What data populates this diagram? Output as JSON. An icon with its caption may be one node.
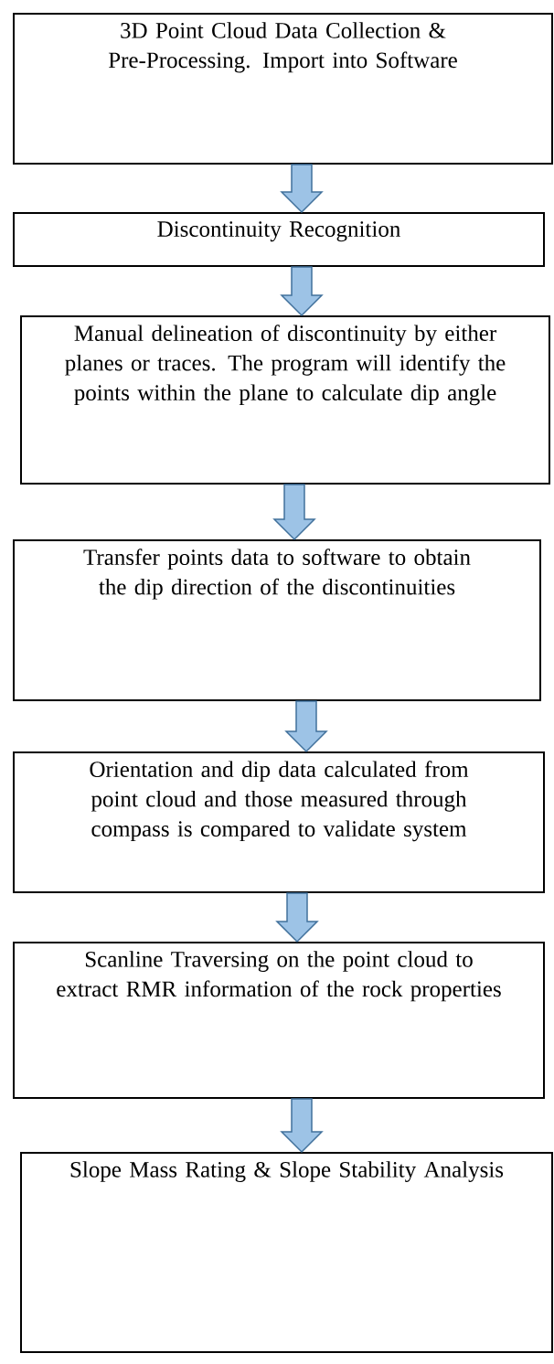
{
  "diagram": {
    "nodes": [
      {
        "text": [
          "3D Point Cloud Data Collection & Pre-Processing. Import into Software"
        ]
      },
      {
        "text": [
          "Discontinuity Recognition"
        ]
      },
      {
        "text": [
          "Manual delineation of discontinuity by either planes or traces. The program will identify the points within the plane to calculate dip angle"
        ]
      },
      {
        "text": [
          "Transfer points data to software to obtain the dip direction of the discontinuities"
        ]
      },
      {
        "text": [
          "Orientation and dip data calculated from point cloud and those measured through compass is compared to validate system"
        ]
      },
      {
        "text": [
          "Scanline Traversing on the point cloud to extract RMR information of the rock properties"
        ]
      },
      {
        "text": [
          "Slope Mass Rating & Slope Stability Analysis"
        ]
      }
    ],
    "edges": [
      {
        "from": 0,
        "to": 1,
        "arrow": "to"
      },
      {
        "from": 1,
        "to": 2,
        "arrow": "to"
      },
      {
        "from": 2,
        "to": 3,
        "arrow": "to"
      },
      {
        "from": 3,
        "to": 4,
        "arrow": "to"
      },
      {
        "from": 4,
        "to": 5,
        "arrow": "to"
      },
      {
        "from": 5,
        "to": 6,
        "arrow": "to"
      }
    ]
  }
}
